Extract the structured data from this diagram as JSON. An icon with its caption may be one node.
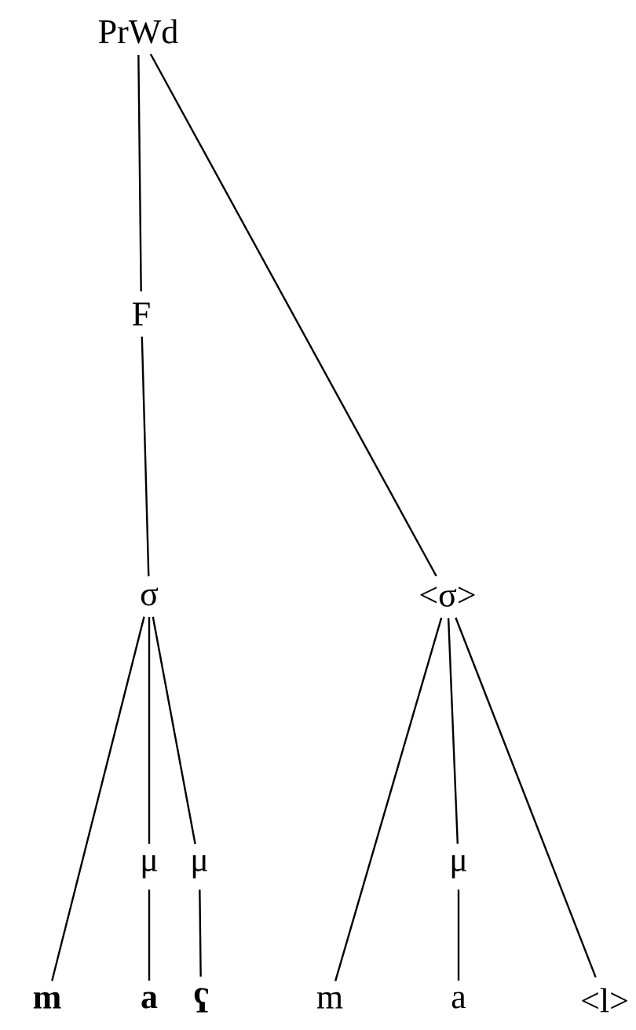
{
  "diagram": {
    "nodes": [
      {
        "text": [
          "PrWd"
        ]
      },
      {
        "text": [
          "F"
        ]
      },
      {
        "text": [
          "σ"
        ]
      },
      {
        "text": [
          "<σ>"
        ]
      },
      {
        "text": [
          "μ"
        ]
      },
      {
        "text": [
          "μ"
        ]
      },
      {
        "text": [
          "μ"
        ]
      },
      {
        "text": [
          "m"
        ]
      },
      {
        "text": [
          "a"
        ]
      },
      {
        "text": [
          "ʕ"
        ]
      },
      {
        "text": [
          "m"
        ]
      },
      {
        "text": [
          "a"
        ]
      },
      {
        "text": [
          "<l>"
        ]
      }
    ],
    "edges": [
      {
        "from": 0,
        "to": 1,
        "arrow": "none"
      },
      {
        "from": 0,
        "to": 3,
        "arrow": "none"
      },
      {
        "from": 1,
        "to": 2,
        "arrow": "none"
      },
      {
        "from": 2,
        "to": 7,
        "arrow": "none"
      },
      {
        "from": 2,
        "to": 4,
        "arrow": "none"
      },
      {
        "from": 2,
        "to": 5,
        "arrow": "none"
      },
      {
        "from": 3,
        "to": 10,
        "arrow": "none"
      },
      {
        "from": 3,
        "to": 6,
        "arrow": "none"
      },
      {
        "from": 3,
        "to": 12,
        "arrow": "none"
      },
      {
        "from": 4,
        "to": 8,
        "arrow": "none"
      },
      {
        "from": 5,
        "to": 9,
        "arrow": "none"
      },
      {
        "from": 6,
        "to": 11,
        "arrow": "none"
      }
    ]
  }
}
